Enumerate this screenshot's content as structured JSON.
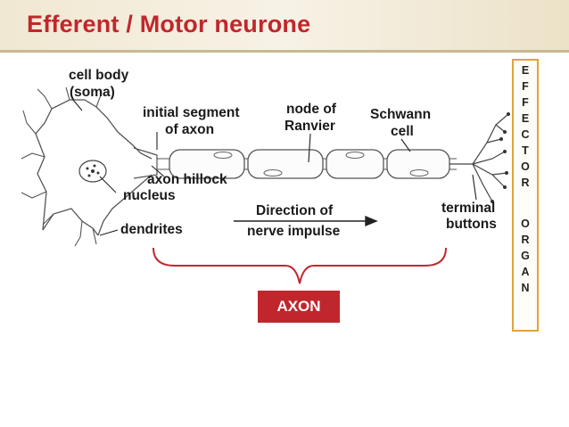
{
  "title": "Efferent / Motor neurone",
  "labels": {
    "cell_body": "cell body",
    "soma": "(soma)",
    "initial_segment_1": "initial segment",
    "initial_segment_2": "of axon",
    "node_1": "node of",
    "node_2": "Ranvier",
    "schwann_1": "Schwann",
    "schwann_2": "cell",
    "axon_hillock": "axon hillock",
    "nucleus": "nucleus",
    "dendrites": "dendrites",
    "direction_1": "Direction of",
    "direction_2": "nerve impulse",
    "terminal_1": "terminal",
    "terminal_2": "buttons"
  },
  "effector_letters": [
    "E",
    "F",
    "F",
    "E",
    "C",
    "T",
    "O",
    "R",
    "",
    "O",
    "R",
    "G",
    "A",
    "N"
  ],
  "axon_label": "AXON",
  "colors": {
    "title": "#c0272d",
    "brace": "#c0272d",
    "axon_box": "#c0272d",
    "effector_border": "#e2a23a"
  }
}
